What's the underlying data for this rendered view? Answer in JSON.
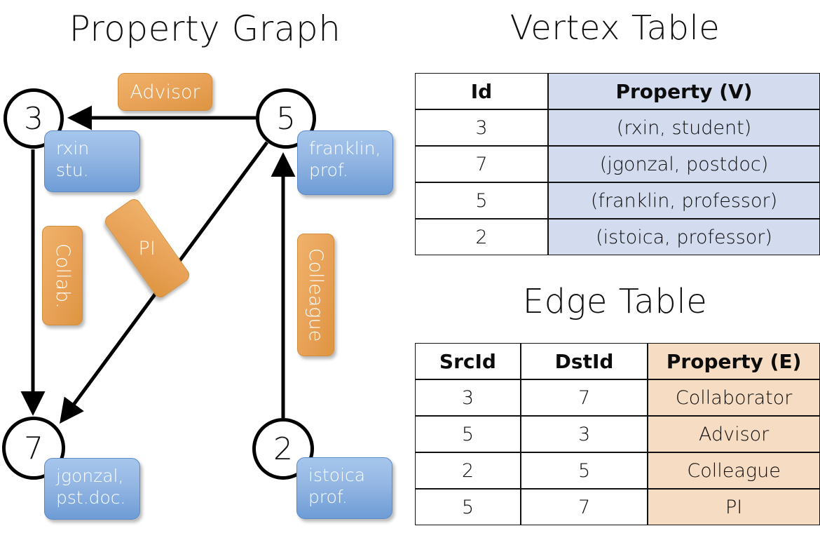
{
  "panels": {
    "graph_title": "Property Graph",
    "vertex_table_title": "Vertex Table",
    "edge_table_title": "Edge Table"
  },
  "graph": {
    "nodes": [
      {
        "id": "3",
        "property": "rxin\nstu."
      },
      {
        "id": "5",
        "property": "franklin,\nprof."
      },
      {
        "id": "7",
        "property": "jgonzal,\npst.doc."
      },
      {
        "id": "2",
        "property": "istoica\nprof."
      }
    ],
    "edge_labels": [
      {
        "name": "advisor",
        "text": "Advisor"
      },
      {
        "name": "collab",
        "text": "Collab."
      },
      {
        "name": "pi",
        "text": "PI"
      },
      {
        "name": "colleague",
        "text": "Colleague"
      }
    ]
  },
  "vertex_table": {
    "headers": [
      "Id",
      "Property (V)"
    ],
    "rows": [
      [
        "3",
        "(rxin, student)"
      ],
      [
        "7",
        "(jgonzal, postdoc)"
      ],
      [
        "5",
        "(franklin, professor)"
      ],
      [
        "2",
        "(istoica, professor)"
      ]
    ]
  },
  "edge_table": {
    "headers": [
      "SrcId",
      "DstId",
      "Property (E)"
    ],
    "rows": [
      [
        "3",
        "7",
        "Collaborator"
      ],
      [
        "5",
        "3",
        "Advisor"
      ],
      [
        "2",
        "5",
        "Colleague"
      ],
      [
        "5",
        "7",
        "PI"
      ]
    ]
  },
  "colors": {
    "vertex_property_fill": "#d2dcee",
    "edge_property_fill": "#f5dcc3",
    "node_callout_blue": "#93b6e3",
    "edge_callout_orange": "#e8a157"
  }
}
